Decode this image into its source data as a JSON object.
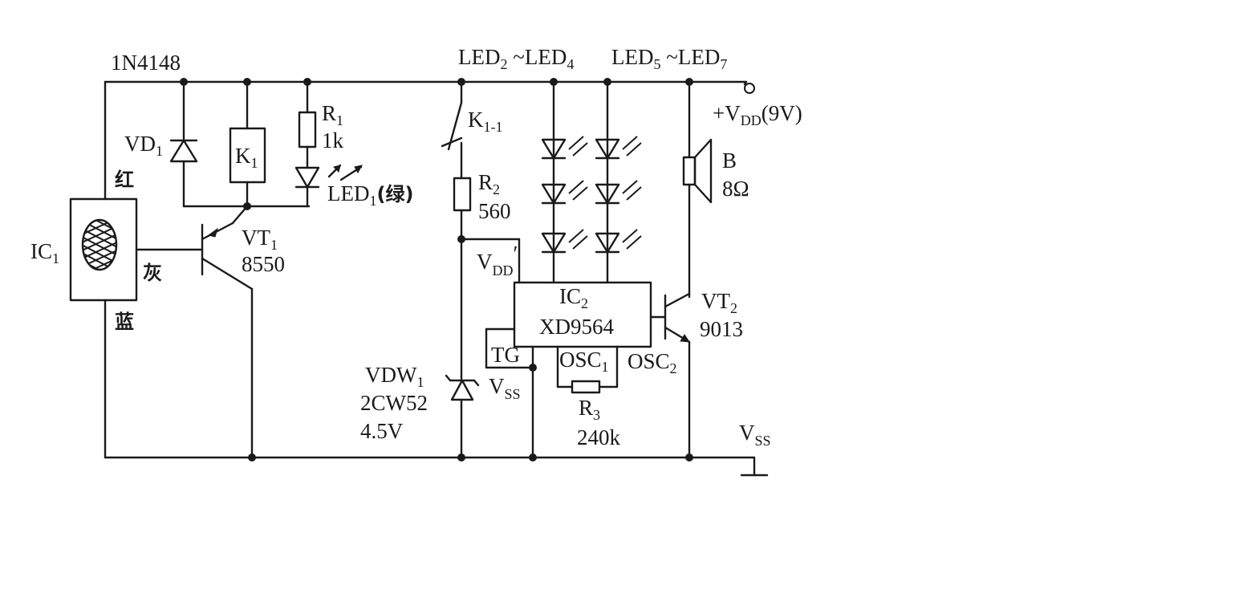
{
  "labels": {
    "d1_part": "1N4148",
    "vd1": "VD",
    "vd1_sub": "1",
    "red": "红",
    "k1": "K",
    "k1_sub": "1",
    "r1": "R",
    "r1_sub": "1",
    "r1_val": "1k",
    "led1": "LED",
    "led1_sub": "1",
    "led1_color": "(绿)",
    "ic1": "IC",
    "ic1_sub": "1",
    "grey": "灰",
    "blue": "蓝",
    "vt1": "VT",
    "vt1_sub": "1",
    "vt1_part": "8550",
    "led_group1": "LED",
    "led_group1_sub_a": "2",
    "led_group1_tilde": " ~LED",
    "led_group1_sub_b": "4",
    "led_group2": "LED",
    "led_group2_sub_a": "5",
    "led_group2_tilde": " ~LED",
    "led_group2_sub_b": "7",
    "k11": "K",
    "k11_sub": "1-1",
    "r2": "R",
    "r2_sub": "2",
    "r2_val": "560",
    "vdd_prime": "V",
    "vdd_prime_sub": "DD",
    "vdd_prime_mark": "′",
    "ic2": "IC",
    "ic2_sub": "2",
    "ic2_part": "XD9564",
    "tg": "TG",
    "vss_pin": "V",
    "vss_pin_sub": "SS",
    "osc1": "OSC",
    "osc1_sub": "1",
    "osc2": "OSC",
    "osc2_sub": "2",
    "r3": "R",
    "r3_sub": "3",
    "r3_val": "240k",
    "vdw1": "VDW",
    "vdw1_sub": "1",
    "vdw1_part": "2CW52",
    "vdw1_volt": "4.5V",
    "vdd_supply_pre": "+V",
    "vdd_supply_sub": "DD",
    "vdd_supply_post": "(9V)",
    "speaker": "B",
    "speaker_val": "8Ω",
    "vt2": "VT",
    "vt2_sub": "2",
    "vt2_part": "9013",
    "vss_gnd": "V",
    "vss_gnd_sub": "SS"
  }
}
